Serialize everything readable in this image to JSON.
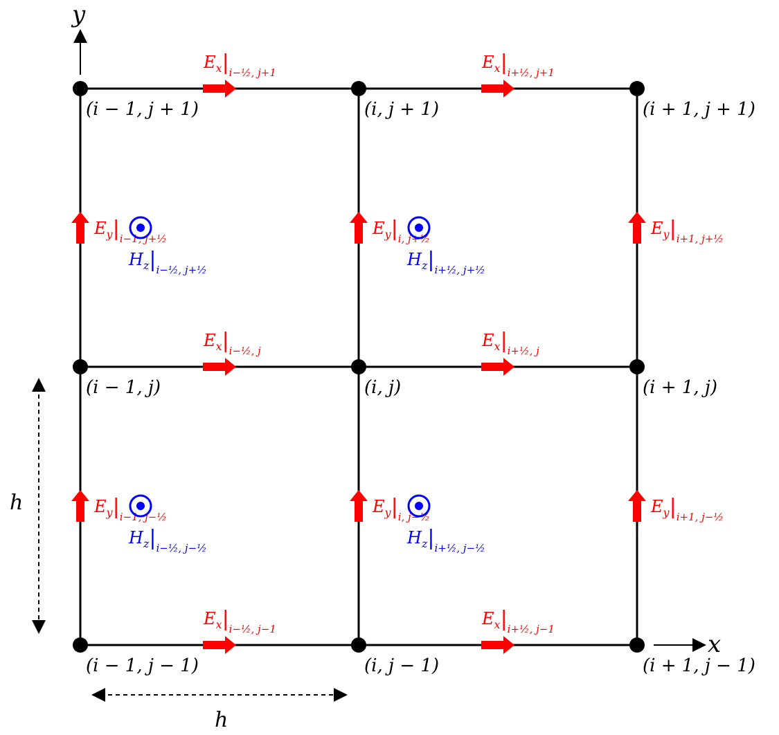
{
  "axes": {
    "x_label": "x",
    "y_label": "y"
  },
  "spacing_label": "h",
  "colors": {
    "grid": "#000000",
    "e_field": "#ff0000",
    "h_field": "#0000ff"
  },
  "nodes": [
    {
      "id": "node-im1-jp1",
      "label": "(i − 1, j + 1)"
    },
    {
      "id": "node-i-jp1",
      "label": "(i, j + 1)"
    },
    {
      "id": "node-ip1-jp1",
      "label": "(i + 1, j + 1)"
    },
    {
      "id": "node-im1-j",
      "label": "(i − 1, j)"
    },
    {
      "id": "node-i-j",
      "label": "(i, j)"
    },
    {
      "id": "node-ip1-j",
      "label": "(i + 1, j)"
    },
    {
      "id": "node-im1-jm1",
      "label": "(i − 1, j − 1)"
    },
    {
      "id": "node-i-jm1",
      "label": "(i, j − 1)"
    },
    {
      "id": "node-ip1-jm1",
      "label": "(i + 1, j − 1)"
    }
  ],
  "ex_arrows": [
    {
      "field": "E",
      "comp": "x",
      "sub": "i−½, j+1"
    },
    {
      "field": "E",
      "comp": "x",
      "sub": "i+½, j+1"
    },
    {
      "field": "E",
      "comp": "x",
      "sub": "i−½, j"
    },
    {
      "field": "E",
      "comp": "x",
      "sub": "i+½, j"
    },
    {
      "field": "E",
      "comp": "x",
      "sub": "i−½, j−1"
    },
    {
      "field": "E",
      "comp": "x",
      "sub": "i+½, j−1"
    }
  ],
  "ey_arrows": [
    {
      "field": "E",
      "comp": "y",
      "sub": "i−1, j+½"
    },
    {
      "field": "E",
      "comp": "y",
      "sub": "i, j+½"
    },
    {
      "field": "E",
      "comp": "y",
      "sub": "i+1, j+½"
    },
    {
      "field": "E",
      "comp": "y",
      "sub": "i−1, j−½"
    },
    {
      "field": "E",
      "comp": "y",
      "sub": "i, j−½"
    },
    {
      "field": "E",
      "comp": "y",
      "sub": "i+1, j−½"
    }
  ],
  "hz_points": [
    {
      "field": "H",
      "comp": "z",
      "sub": "i−½, j+½"
    },
    {
      "field": "H",
      "comp": "z",
      "sub": "i+½, j+½"
    },
    {
      "field": "H",
      "comp": "z",
      "sub": "i−½, j−½"
    },
    {
      "field": "H",
      "comp": "z",
      "sub": "i+½, j−½"
    }
  ]
}
